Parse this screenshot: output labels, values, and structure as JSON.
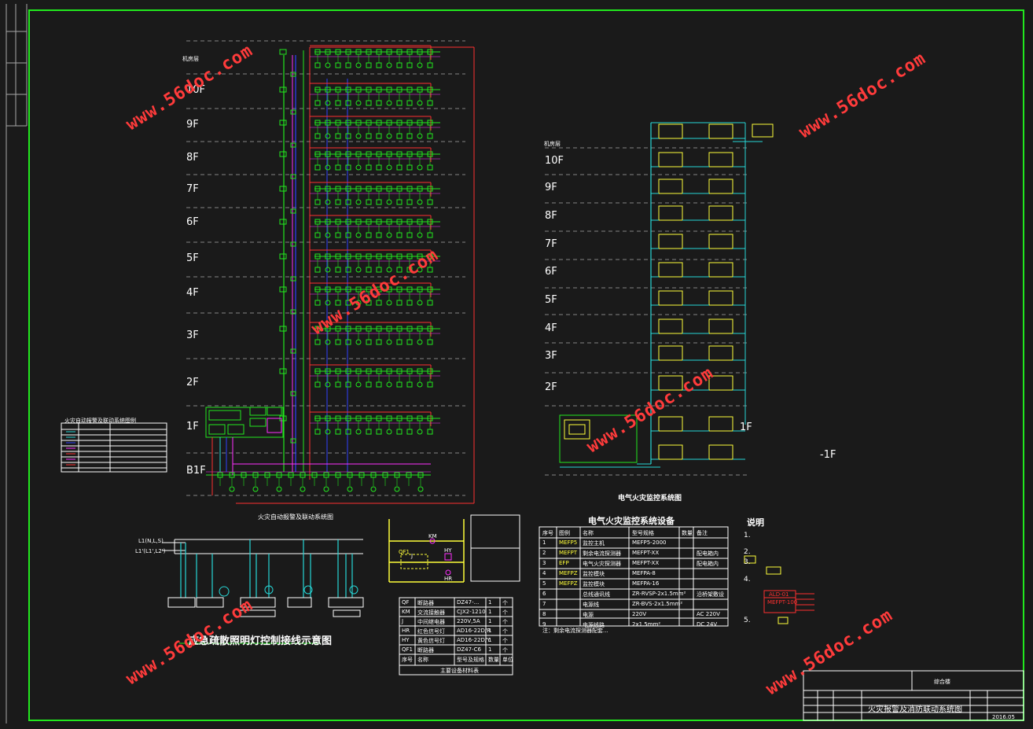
{
  "watermark": "www.56doc.com",
  "left_riser": {
    "floors": [
      "10F",
      "9F",
      "8F",
      "7F",
      "6F",
      "5F",
      "4F",
      "3F",
      "2F",
      "1F",
      "B1F"
    ],
    "top_label": "机房层"
  },
  "right_riser": {
    "floors": [
      "10F",
      "9F",
      "8F",
      "7F",
      "6F",
      "5F",
      "4F",
      "3F",
      "2F",
      "1F",
      "-1F"
    ],
    "top_label": "机房层",
    "title": "电气火灾监控系统图"
  },
  "emergency_diagram": {
    "title": "应急疏散照明灯控制接线示意图",
    "sub_title": "火灾自动报警及联动系统图",
    "feed_labels": [
      "L1(N,L,S)",
      "L1'(L1',L2')"
    ]
  },
  "control_circuit": {
    "labels": [
      "QF1",
      "KM",
      "J",
      "HR",
      "HY"
    ],
    "table_title": "主要设备材料表",
    "rows": [
      [
        "QF",
        "断路器",
        "DZ47-...",
        "1",
        "个"
      ],
      [
        "KM",
        "交流接触器",
        "CJX2-1210",
        "1",
        "个"
      ],
      [
        "J",
        "中间继电器",
        "220V,5A",
        "1",
        "个"
      ],
      [
        "HR",
        "红色信号灯",
        "AD16-22D/R",
        "1",
        "个"
      ],
      [
        "HY",
        "黄色信号灯",
        "AD16-22D/Y",
        "1",
        "个"
      ],
      [
        "QF1",
        "断路器",
        "DZ47-C6",
        "1",
        "个"
      ],
      [
        "序号",
        "名称",
        "型号及规格",
        "数量",
        "单位"
      ]
    ]
  },
  "monitor_table": {
    "title": "电气火灾监控系统设备",
    "header": [
      "序号",
      "图例",
      "名称",
      "型号规格",
      "数量",
      "备注"
    ],
    "rows": [
      [
        "1",
        "MEFP5",
        "监控主机",
        "MEFP5-2000",
        "",
        ""
      ],
      [
        "2",
        "MEFPT",
        "剩余电流探测器",
        "MEFPT-XX",
        "",
        "配电箱内"
      ],
      [
        "3",
        "EFP",
        "电气火灾探测器",
        "MEFPT-XX",
        "",
        "配电箱内"
      ],
      [
        "4",
        "MEFPZ",
        "监控模块",
        "MEFPA-8",
        "",
        ""
      ],
      [
        "5",
        "MEFPZ",
        "监控模块",
        "MEFPA-16",
        "",
        ""
      ],
      [
        "6",
        "",
        "总线通讯线",
        "ZR-RVSP-2x1.5mm²",
        "",
        "沿桥架敷设"
      ],
      [
        "7",
        "",
        "电源线",
        "ZR-BVS-2x1.5mm²",
        "",
        ""
      ],
      [
        "8",
        "",
        "电源",
        "220V",
        "",
        "AC 220V"
      ],
      [
        "9",
        "",
        "电源线路",
        "2x1.5mm²",
        "",
        "DC 24V"
      ]
    ],
    "note": "注：剩余电流探测器配套..."
  },
  "notes": {
    "title": "说明",
    "items": [
      "1.",
      "2.",
      "3.",
      "4.",
      "5."
    ],
    "device_label": "ALD-01",
    "device_label2": "MEFPT-100"
  },
  "legend_table": {
    "title": "火灾自动报警及联动系统图例"
  },
  "title_block": {
    "drawing_title": "火灾报警及消防联动系统图",
    "project": "综合楼",
    "date": "2016.05"
  },
  "colors": {
    "frame": "#22e81e",
    "green": "#22e81e",
    "red": "#ff3030",
    "cyan": "#27d7d7",
    "blue": "#3040ff",
    "magenta": "#ff30ff",
    "yellow": "#ffff3a",
    "white": "#ffffff",
    "grey": "#a8a8a8",
    "bg": "#1a1a1a"
  }
}
